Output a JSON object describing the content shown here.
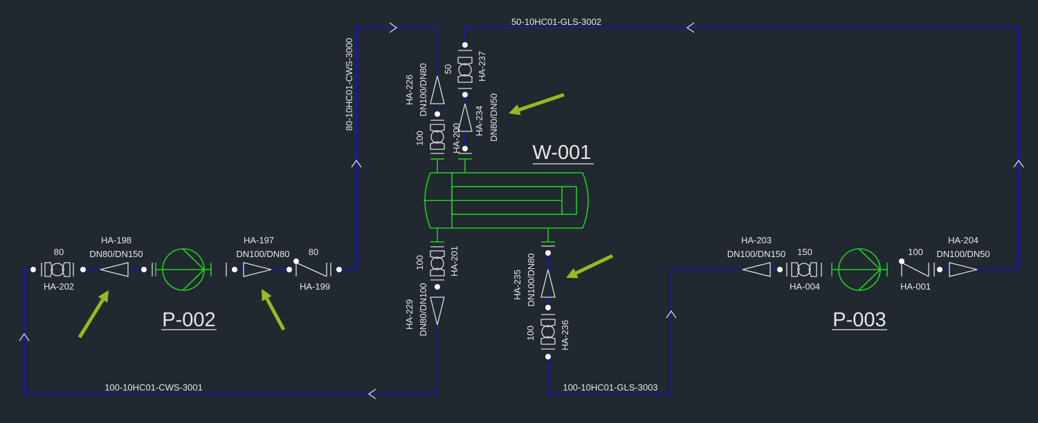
{
  "equipment": {
    "exchanger": "W-001",
    "pump_left": "P-002",
    "pump_right": "P-003"
  },
  "lines": {
    "cws_3000": "80-10HC01-CWS-3000",
    "gls_3002": "50-10HC01-GLS-3002",
    "cws_3001": "100-10HC01-CWS-3001",
    "gls_3003": "100-10HC01-GLS-3003"
  },
  "valves": {
    "ha202": {
      "tag": "HA-202",
      "size": "80"
    },
    "ha199": {
      "tag": "HA-199",
      "size": "80"
    },
    "ha004": {
      "tag": "HA-004",
      "size": "150"
    },
    "ha001": {
      "tag": "HA-001",
      "size": "100"
    },
    "ha200": {
      "tag": "HA-200",
      "size": "100"
    },
    "ha237": {
      "tag": "HA-237",
      "size": "50"
    },
    "ha201": {
      "tag": "HA-201",
      "size": "100"
    },
    "ha236": {
      "tag": "HA-236",
      "size": "100"
    }
  },
  "reducers": {
    "ha198": {
      "tag": "HA-198",
      "size": "DN80/DN150"
    },
    "ha197": {
      "tag": "HA-197",
      "size": "DN100/DN80"
    },
    "ha203": {
      "tag": "HA-203",
      "size": "DN100/DN150"
    },
    "ha204": {
      "tag": "HA-204",
      "size": "DN100/DN50"
    },
    "ha226": {
      "tag": "HA-226",
      "size": "DN100/DN80"
    },
    "ha234": {
      "tag": "HA-234",
      "size": "DN80/DN50"
    },
    "ha229": {
      "tag": "HA-229",
      "size": "DN80/DN100"
    },
    "ha235": {
      "tag": "HA-235",
      "size": "DN100/DN80"
    }
  },
  "colors": {
    "background": "#212830",
    "pipe": "#1414d8",
    "equipment": "#1ed21e",
    "symbols": "#e0e0e0",
    "annotation_arrow": "#97bb1e"
  }
}
